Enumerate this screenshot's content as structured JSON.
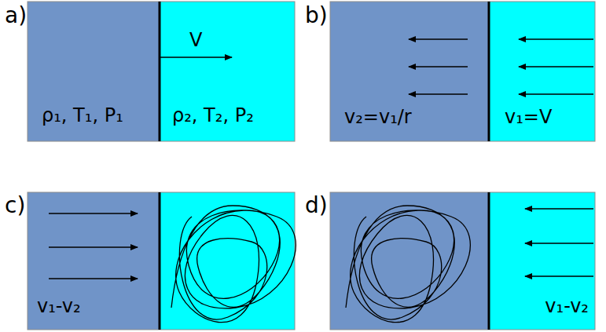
{
  "diagram": {
    "nodes": [
      {
        "text": [
          "a)"
        ]
      },
      {
        "text": [
          "ρ₁, T₁, P₁"
        ],
        "in": 0
      },
      {
        "text": [
          "V",
          "ρ₂, T₂, P₂"
        ],
        "in": 0
      },
      {
        "text": [
          "b)"
        ]
      },
      {
        "text": [
          "v₂=v₁/r"
        ],
        "in": 3
      },
      {
        "text": [
          "v₁=V"
        ],
        "in": 3
      },
      {
        "text": [
          "c)"
        ]
      },
      {
        "text": [
          "v₁-v₂"
        ],
        "in": 6
      },
      {
        "text": [
          "d)"
        ]
      },
      {
        "text": [
          "v₁-v₂"
        ],
        "in": 8
      }
    ]
  }
}
